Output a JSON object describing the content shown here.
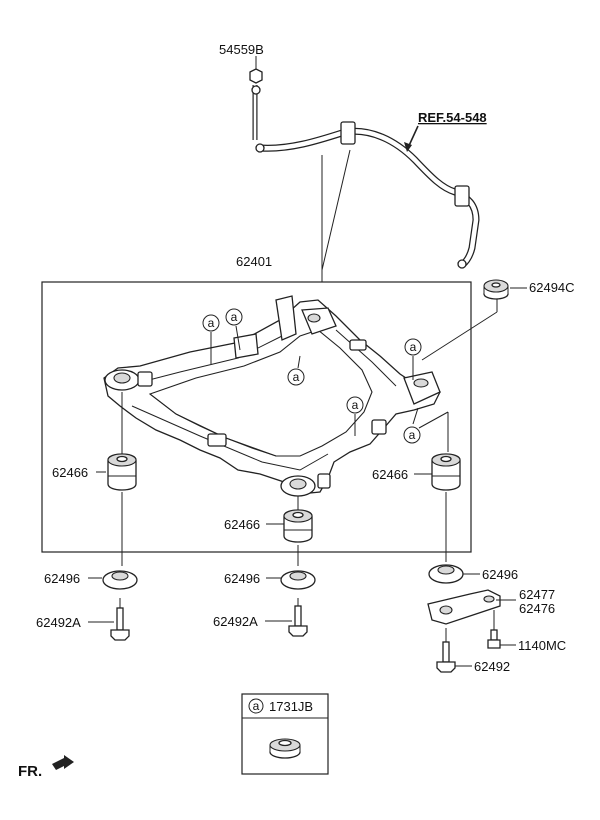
{
  "labels": {
    "p54559b": "54559B",
    "ref": "REF.54-548",
    "p62401": "62401",
    "p62494c": "62494C",
    "p62466_left": "62466",
    "p62466_center": "62466",
    "p62466_right": "62466",
    "p62496_left": "62496",
    "p62496_center": "62496",
    "p62496_right": "62496",
    "p62492a_left": "62492A",
    "p62492a_center": "62492A",
    "p62477": "62477",
    "p62476": "62476",
    "p1140mc": "1140MC",
    "p62492": "62492",
    "legend_code": "1731JB",
    "legend_symbol": "a",
    "fr": "FR."
  },
  "callout_symbol": "a"
}
